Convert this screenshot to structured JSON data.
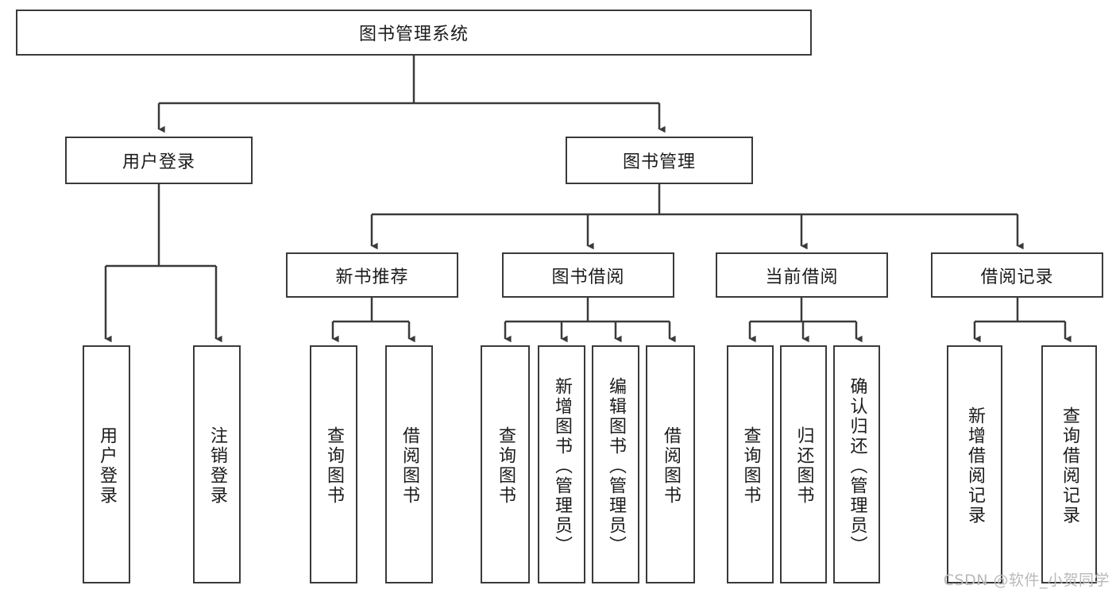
{
  "diagram": {
    "title": "图书管理系统",
    "watermark": "CSDN @软件_小贺同学",
    "stroke_color": "#3a3a3a",
    "text_color": "#1b1b1b",
    "background_color": "#ffffff",
    "levels": {
      "root": "图书管理系统",
      "level2": [
        "用户登录",
        "图书管理"
      ],
      "level3": [
        "新书推荐",
        "图书借阅",
        "当前借阅",
        "借阅记录"
      ]
    },
    "nodes": {
      "root": {
        "label": "图书管理系统"
      },
      "user_login": {
        "label": "用户登录"
      },
      "book_manage": {
        "label": "图书管理"
      },
      "new_book_rec": {
        "label": "新书推荐"
      },
      "book_borrow": {
        "label": "图书借阅"
      },
      "current_borrow": {
        "label": "当前借阅"
      },
      "borrow_record": {
        "label": "借阅记录"
      },
      "leaf_user_login": {
        "label": "用户登录"
      },
      "leaf_user_logout": {
        "label": "注销登录"
      },
      "leaf_rec_query": {
        "label": "查询图书"
      },
      "leaf_rec_borrow": {
        "label": "借阅图书"
      },
      "leaf_borrow_query": {
        "label": "查询图书"
      },
      "leaf_borrow_add": {
        "label": "新增图书（管理员）"
      },
      "leaf_borrow_edit": {
        "label": "编辑图书（管理员）"
      },
      "leaf_borrow_lend": {
        "label": "借阅图书"
      },
      "leaf_cur_query": {
        "label": "查询图书"
      },
      "leaf_cur_return": {
        "label": "归还图书"
      },
      "leaf_cur_confirm": {
        "label": "确认归还（管理员）"
      },
      "leaf_rec_add": {
        "label": "新增借阅记录"
      },
      "leaf_rec_search": {
        "label": "查询借阅记录"
      }
    }
  }
}
